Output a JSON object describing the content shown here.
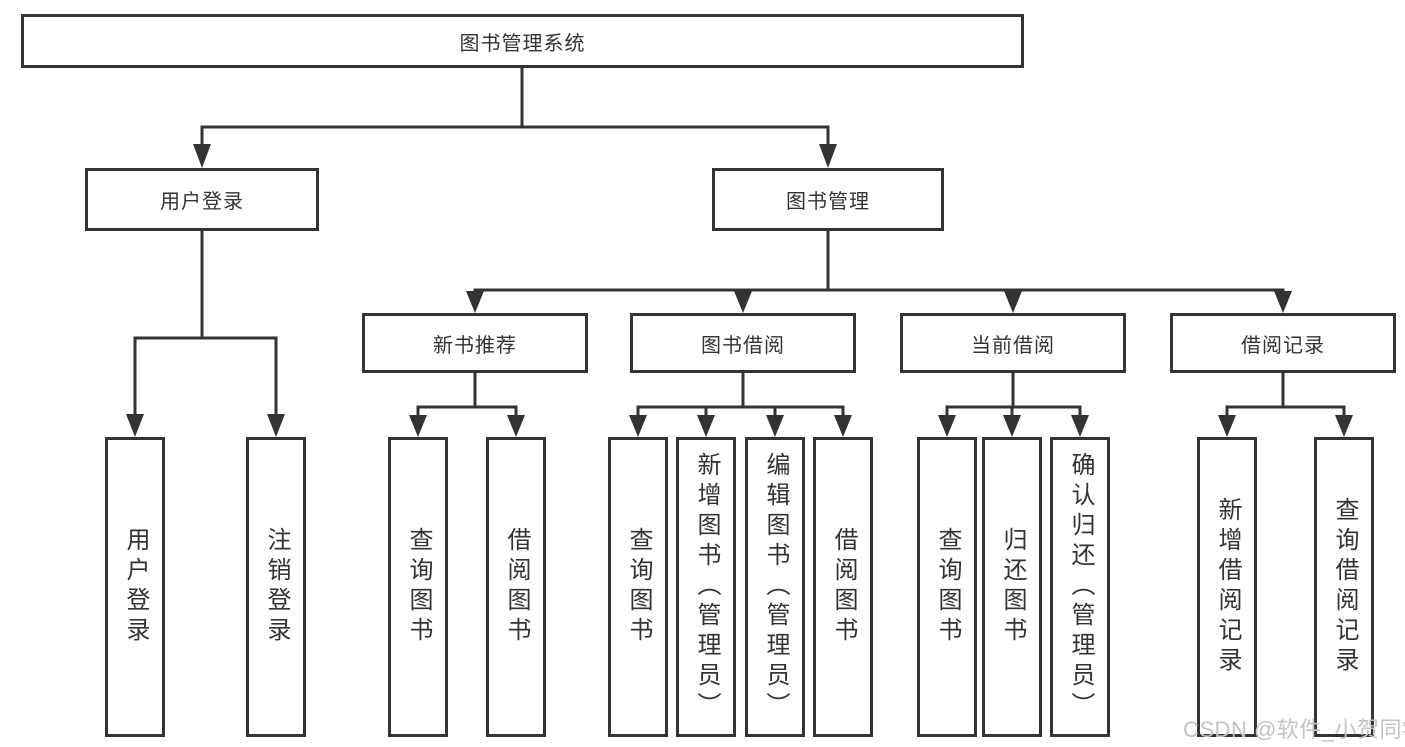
{
  "diagram": {
    "root": {
      "label": "图书管理系统"
    },
    "level2": [
      {
        "label": "用户登录",
        "children": [
          "用户登录",
          "注销登录"
        ]
      },
      {
        "label": "图书管理",
        "groups": [
          {
            "label": "新书推荐",
            "children": [
              "查询图书",
              "借阅图书"
            ]
          },
          {
            "label": "图书借阅",
            "children": [
              "查询图书",
              "新增图书（管理员）",
              "编辑图书（管理员）",
              "借阅图书"
            ]
          },
          {
            "label": "当前借阅",
            "children": [
              "查询图书",
              "归还图书",
              "确认归还（管理员）"
            ]
          },
          {
            "label": "借阅记录",
            "children": [
              "新增借阅记录",
              "查询借阅记录"
            ]
          }
        ]
      }
    ]
  },
  "watermark": {
    "text": "CSDN @软件_小贺同学"
  },
  "colors": {
    "line": "#333333",
    "text": "#333333",
    "watermark": "#c3c3c3",
    "background": "#ffffff"
  }
}
